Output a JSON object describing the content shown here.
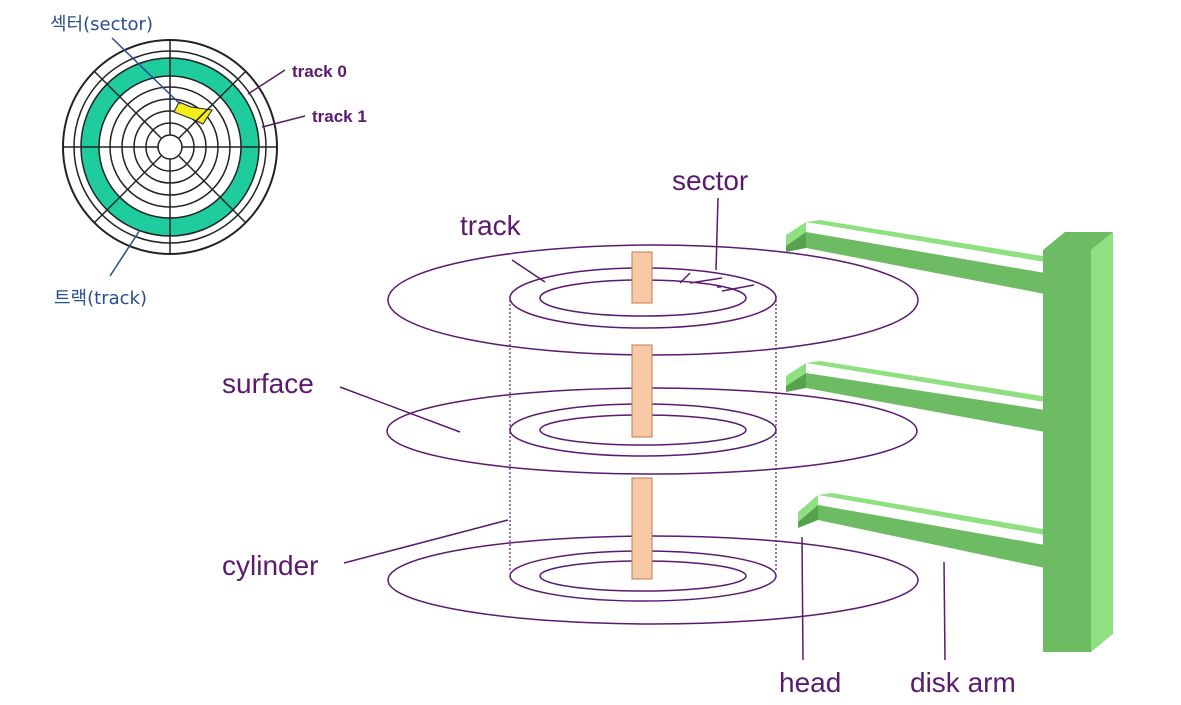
{
  "labels": {
    "sector_ko": "섹터(sector)",
    "track_ko": "트랙(track)",
    "track0": "track 0",
    "track1": "track 1",
    "sector": "sector",
    "track": "track",
    "surface": "surface",
    "cylinder": "cylinder",
    "head": "head",
    "disk_arm": "disk arm"
  },
  "colors": {
    "line": "#5a1a6e",
    "label_ko": "#2a4d8f",
    "track_ring": "#1fcc9e",
    "sector_fill": "#f3ef1f",
    "spindle": "#f7c9a4",
    "spindle_edge": "#c07b52",
    "arm_top": "#8ee080",
    "arm_side": "#6dbb62",
    "arm_dark": "#56a24d"
  },
  "icons": {
    "top_disk": "disk-platter-icon",
    "spindle": "spindle-icon",
    "arm": "disk-arm-icon"
  }
}
